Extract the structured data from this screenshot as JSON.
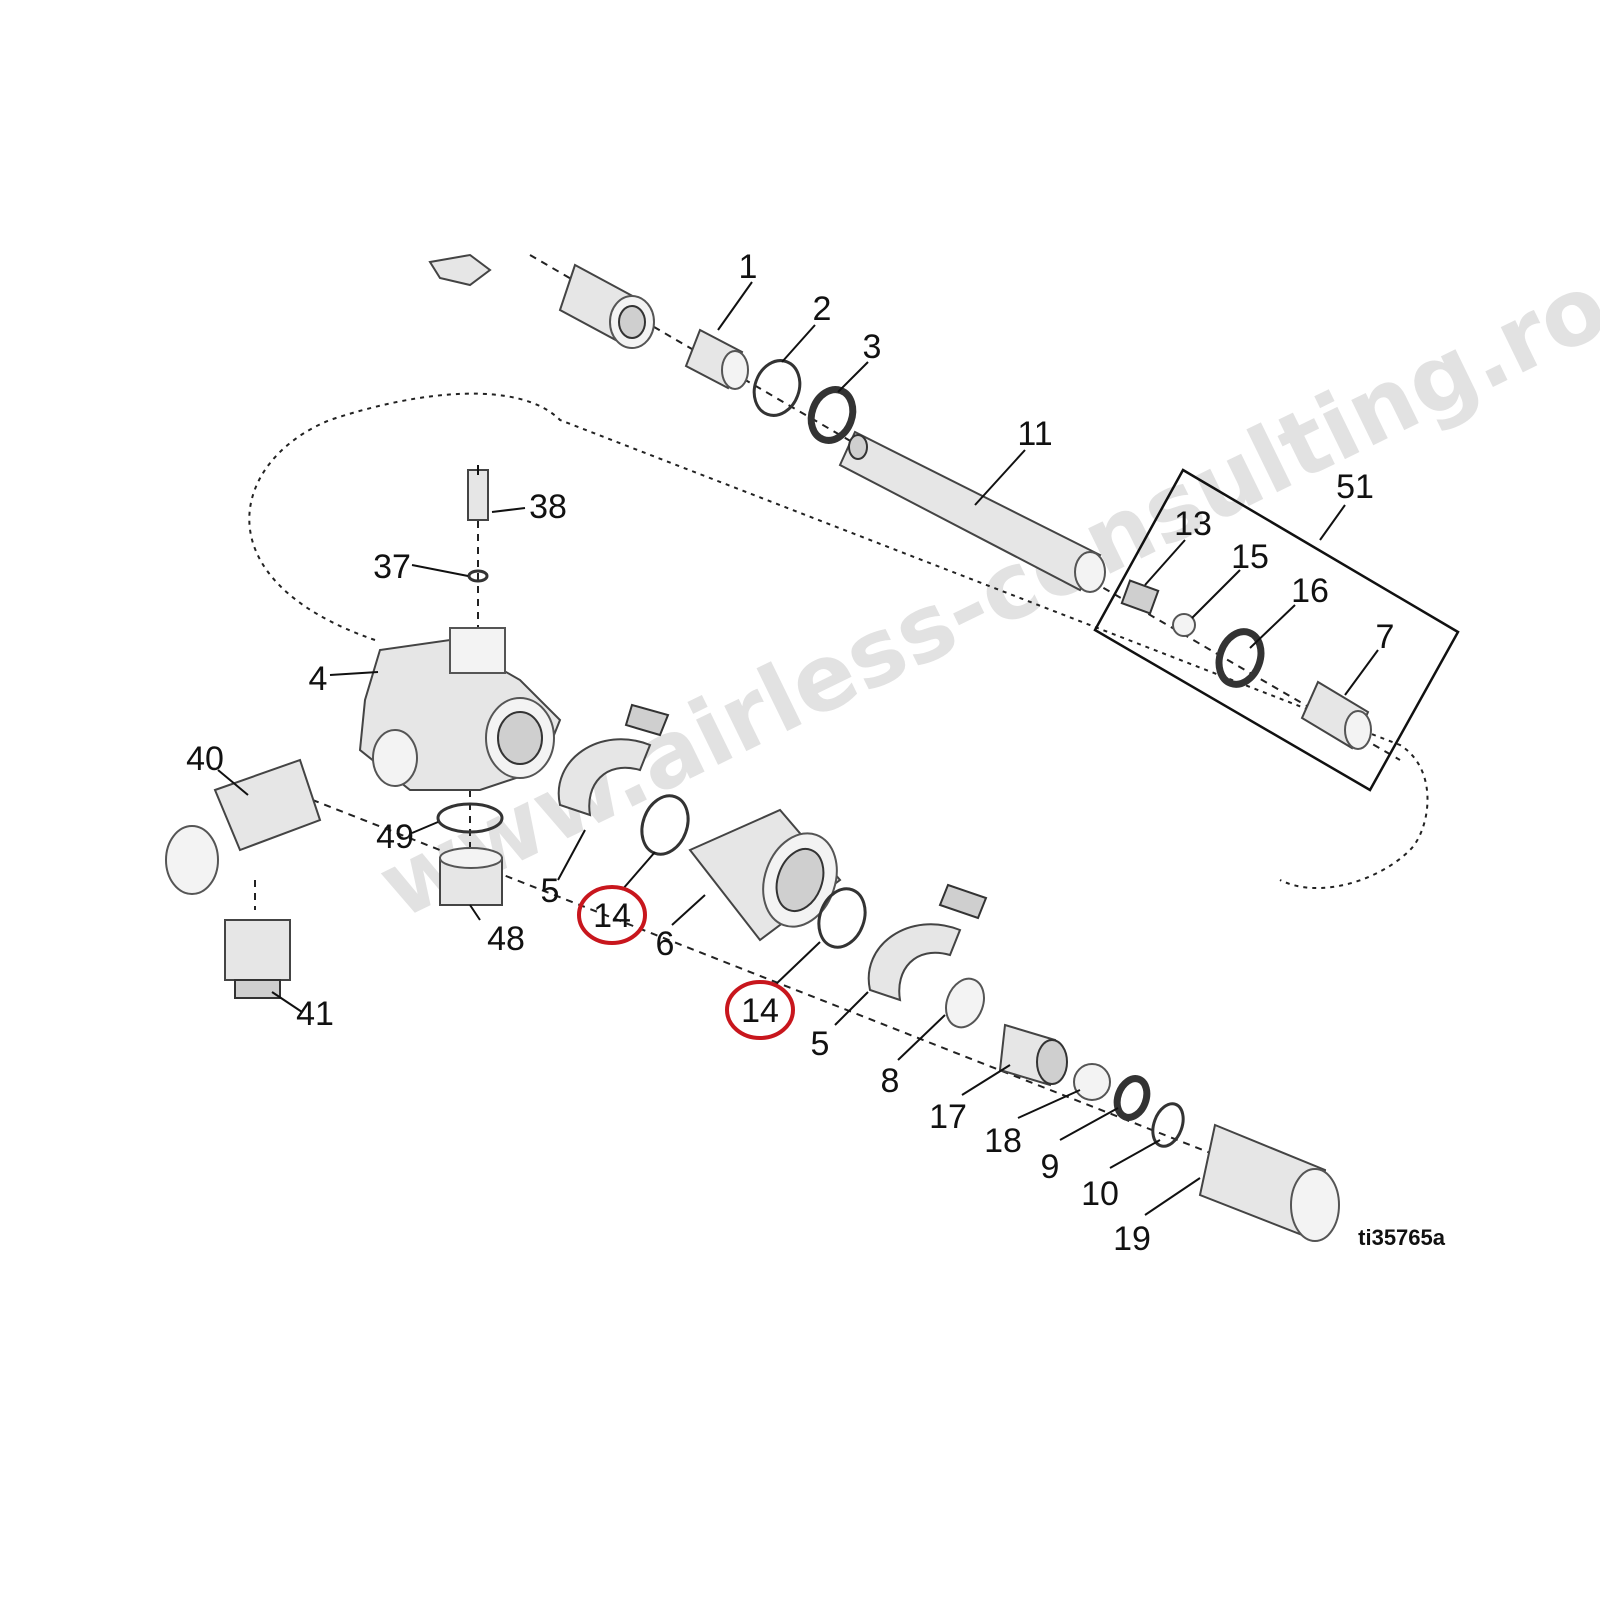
{
  "diagram": {
    "figure_id": "ti35765a",
    "watermark": "www.airless-consulting.ro",
    "callouts": [
      "1",
      "2",
      "3",
      "11",
      "51",
      "13",
      "15",
      "16",
      "7",
      "38",
      "37",
      "4",
      "40",
      "49",
      "48",
      "41",
      "5",
      "14",
      "6",
      "14",
      "5",
      "8",
      "17",
      "18",
      "9",
      "10",
      "19"
    ],
    "highlighted_callout": "14",
    "highlight_color": "#c8161d"
  }
}
